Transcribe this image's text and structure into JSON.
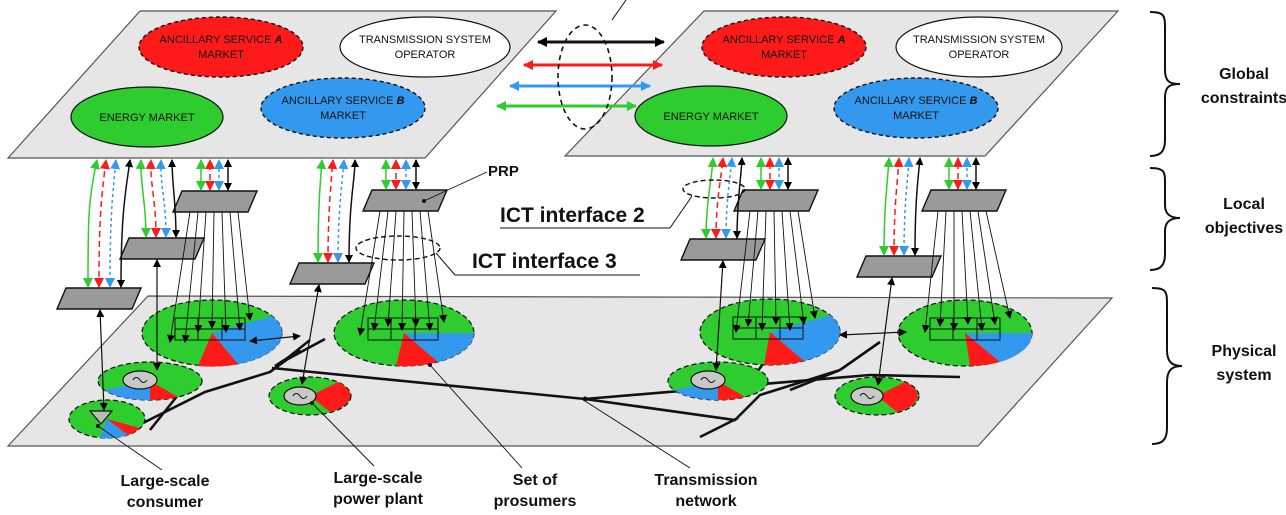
{
  "colors": {
    "red": "#ff1a1a",
    "green": "#2ecc2e",
    "blue": "#3399ee",
    "plane": "#e6e6e6",
    "prp": "#9a9a9a"
  },
  "markets": {
    "left": {
      "as_a": [
        "ANCILLARY SERVICE ",
        "A",
        "MARKET"
      ],
      "tso": [
        "TRANSMISSION SYSTEM",
        "OPERATOR"
      ],
      "energy": "ENERGY MARKET",
      "as_b": [
        "ANCILLARY SERVICE ",
        "B",
        "MARKET"
      ]
    },
    "right": {
      "as_a": [
        "ANCILLARY SERVICE ",
        "A",
        "MARKET"
      ],
      "tso": [
        "TRANSMISSION SYSTEM",
        "OPERATOR"
      ],
      "energy": "ENERGY MARKET",
      "as_b": [
        "ANCILLARY SERVICE ",
        "B",
        "MARKET"
      ]
    }
  },
  "callouts": {
    "prp": "PRP",
    "ict2": "ICT interface 2",
    "ict3": "ICT interface 3"
  },
  "braces": {
    "global": [
      "Global",
      "constraints"
    ],
    "local": [
      "Local",
      "objectives"
    ],
    "physical": [
      "Physical",
      "system"
    ]
  },
  "bottom_labels": {
    "consumer": [
      "Large-scale",
      "consumer"
    ],
    "plant": [
      "Large-scale",
      "power plant"
    ],
    "prosumers": [
      "Set of",
      "prosumers"
    ],
    "network": [
      "Transmission",
      "network"
    ]
  }
}
